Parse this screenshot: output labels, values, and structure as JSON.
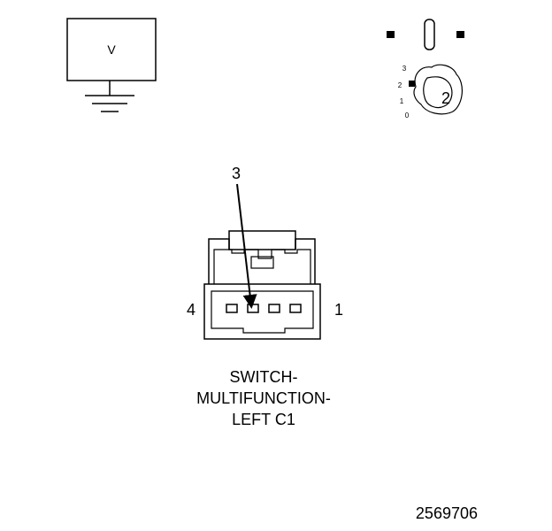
{
  "voltmeter": {
    "label": "V"
  },
  "key_switch": {
    "positions": [
      "3",
      "2",
      "1",
      "0"
    ],
    "key_number": "2"
  },
  "connector": {
    "callout_pin": "3",
    "left_pin": "4",
    "right_pin": "1",
    "caption_lines": [
      "SWITCH-",
      "MULTIFUNCTION-",
      "LEFT C1"
    ]
  },
  "figure_number": "2569706",
  "colors": {
    "line": "#000000",
    "background": "#ffffff"
  }
}
